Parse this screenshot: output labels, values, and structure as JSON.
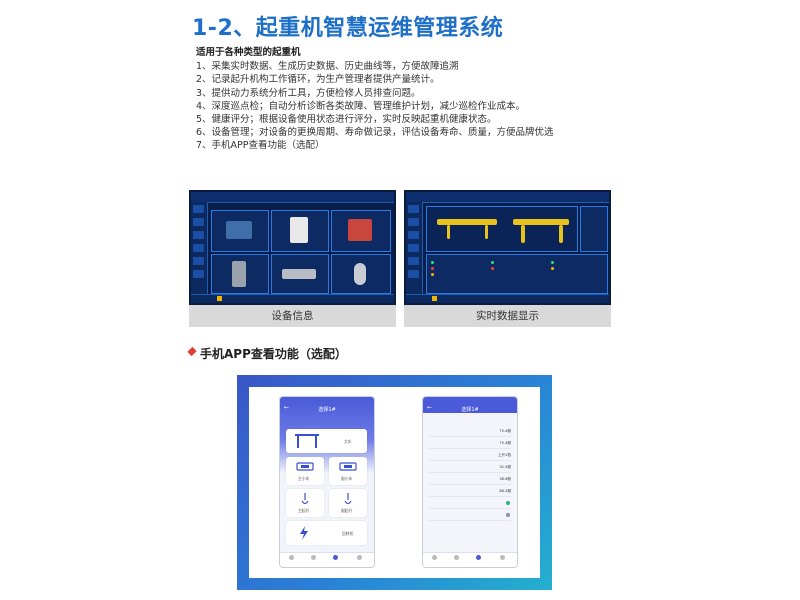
{
  "title": "1-2、起重机智慧运维管理系统",
  "features": {
    "subtitle": "适用于各种类型的起重机",
    "items": [
      "1、采集实时数据、生成历史数据、历史曲线等，方便故障追溯",
      "2、记录起升机构工作循环，为生产管理者提供产量统计。",
      "3、提供动力系统分析工具，方便检修人员排查问题。",
      "4、深度巡点检；自动分析诊断各类故障、管理维护计划，减少巡检作业成本。",
      "5、健康评分；根据设备使用状态进行评分，实时反映起重机健康状态。",
      "6、设备管理；对设备的更换周期、寿命做记录，评估设备寿命、质量，方便品牌优选",
      "7、手机APP查看功能（选配）"
    ]
  },
  "screens": [
    {
      "caption": "设备信息",
      "icon": "equipment-info-screenshot"
    },
    {
      "caption": "实时数据显示",
      "icon": "realtime-data-screenshot"
    }
  ],
  "app_section": {
    "heading": "手机APP查看功能（选配）",
    "bullet_color": "#e53935"
  },
  "phone1": {
    "header": "选择1#",
    "cards": [
      "大车",
      "主小车",
      "副小车",
      "主起升",
      "副起升",
      "回转机"
    ]
  },
  "phone2": {
    "header": "选择1#",
    "rows": [
      {
        "v": "75.4频"
      },
      {
        "v": "75.4频"
      },
      {
        "v": "上升1档"
      },
      {
        "v": "32.5频"
      },
      {
        "v": "38.6频"
      },
      {
        "v": "88.2频"
      },
      {
        "v": ""
      },
      {
        "v": ""
      }
    ]
  },
  "colors": {
    "title": "#1d6fc8",
    "screen_bg": "#0a1e4a",
    "app_gradient_start": "#3a56c8",
    "app_gradient_end": "#24b0cf",
    "phone_header": "#4a5ad8"
  }
}
